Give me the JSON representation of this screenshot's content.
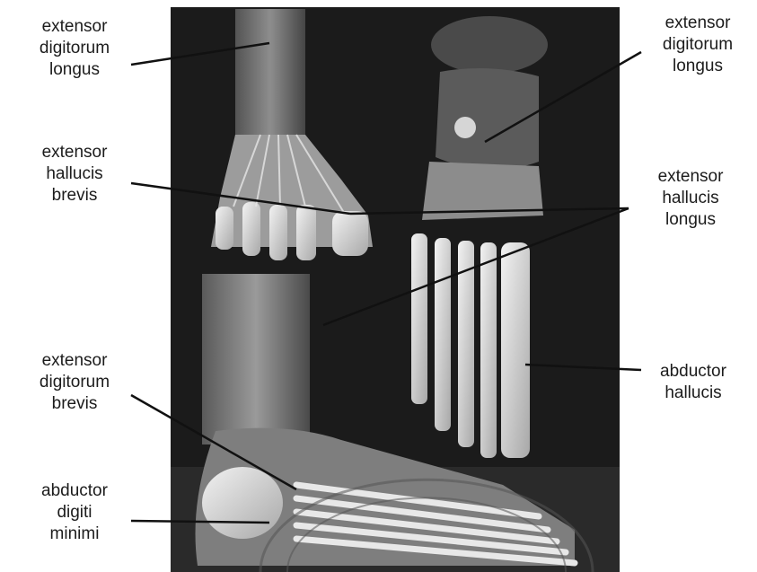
{
  "figure": {
    "labels": {
      "edl_top_left": [
        "extensor",
        "digitorum",
        "longus"
      ],
      "ehb_left": [
        "extensor",
        "hallucis",
        "brevis"
      ],
      "edb_left": [
        "extensor",
        "digitorum",
        "brevis"
      ],
      "adm_left": [
        "abductor",
        "digiti",
        "minimi"
      ],
      "edl_top_right": [
        "extensor",
        "digitorum",
        "longus"
      ],
      "ehl_right": [
        "extensor",
        "hallucis",
        "longus"
      ],
      "ah_right": [
        "abductor",
        "hallucis"
      ]
    },
    "colors": {
      "panel_background": "#1b1b1b",
      "bone": "#d9d9d9",
      "muscle": "#8a8a8a",
      "leader_line": "#111111"
    }
  }
}
